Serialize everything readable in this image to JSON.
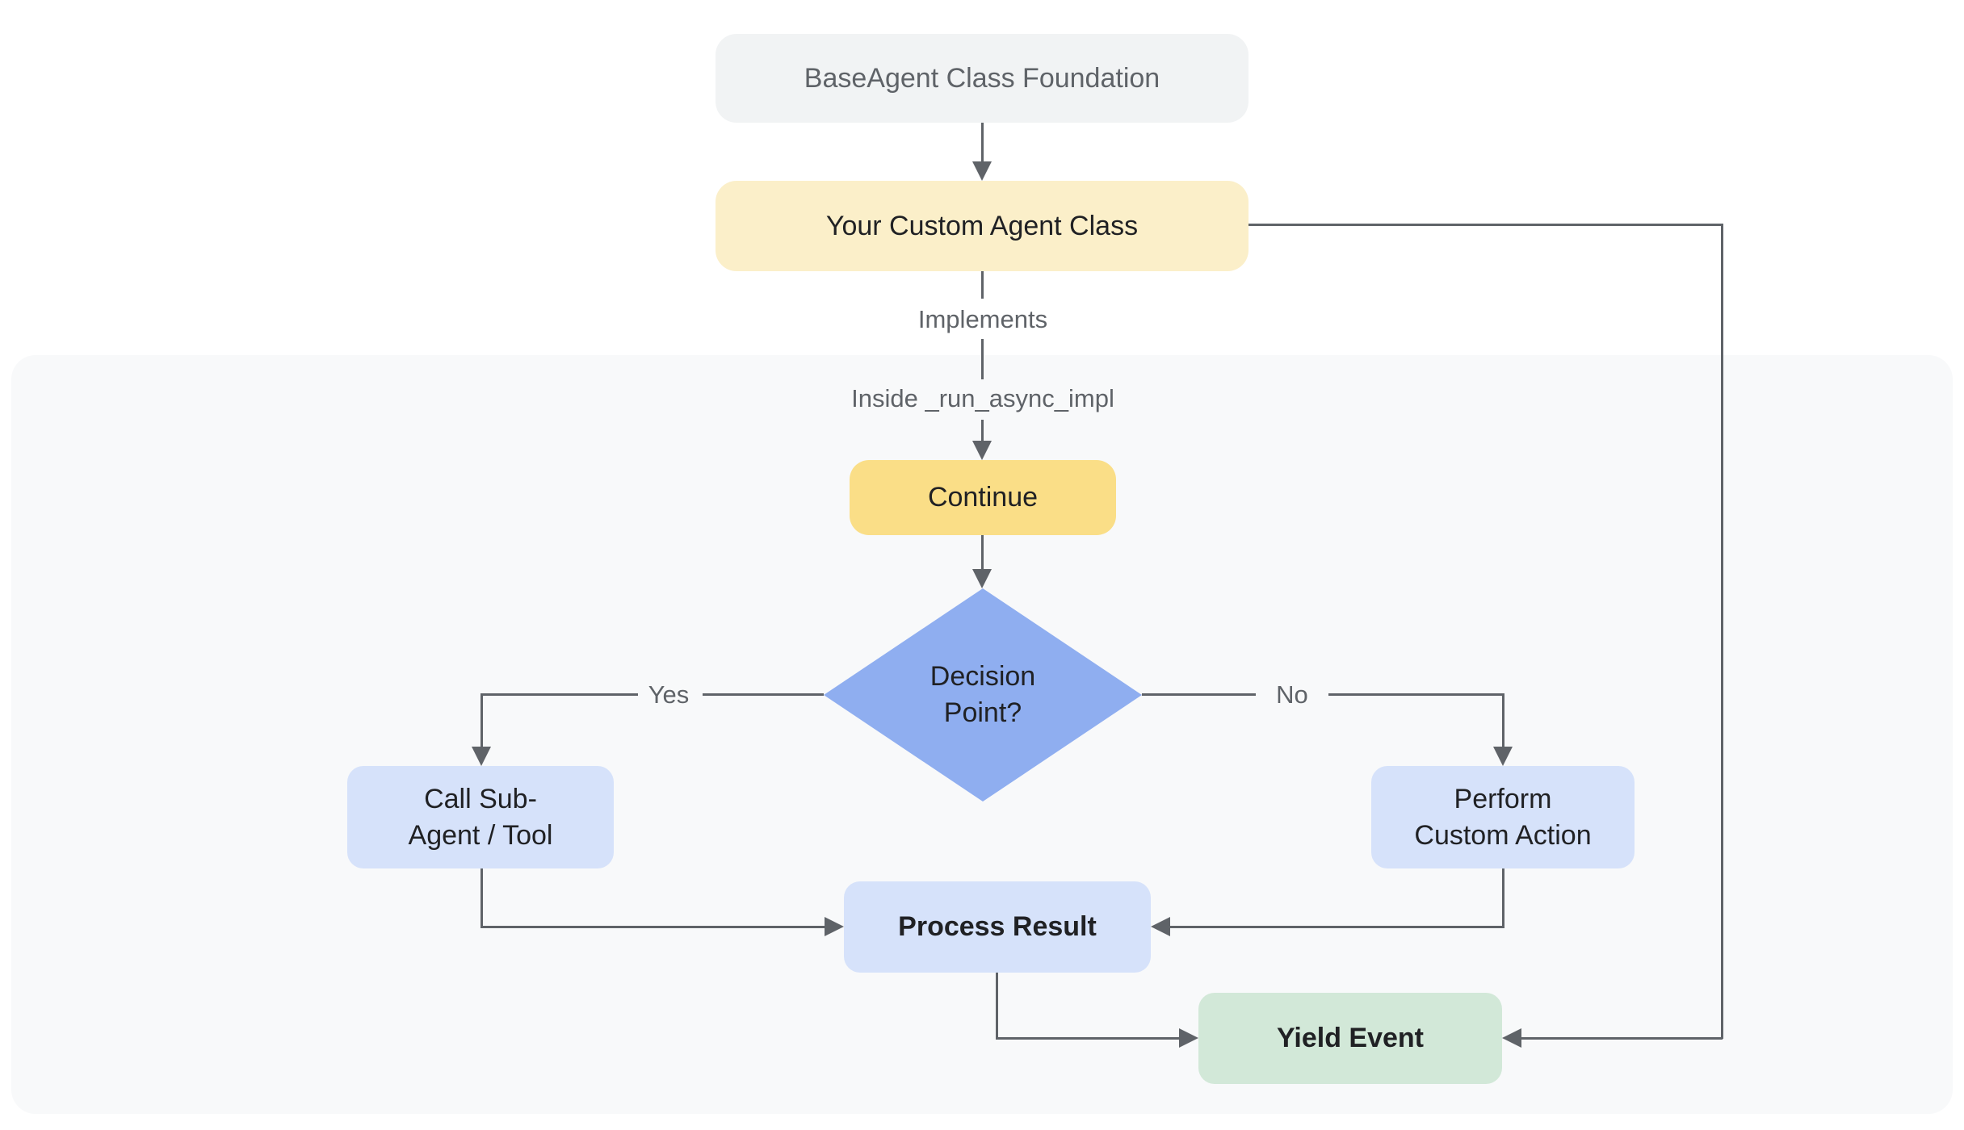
{
  "nodes": {
    "foundation": {
      "label": "BaseAgent Class Foundation"
    },
    "custom_agent": {
      "label": "Your Custom Agent Class"
    },
    "continue_step": {
      "label": "Continue"
    },
    "decision": {
      "label": "Decision\nPoint?"
    },
    "call_sub_agent": {
      "label": "Call Sub-\nAgent / Tool"
    },
    "perform_custom": {
      "label": "Perform\nCustom Action"
    },
    "process_result": {
      "label": "Process Result"
    },
    "yield_event": {
      "label": "Yield Event"
    }
  },
  "edge_labels": {
    "implements": "Implements",
    "inside_impl": "Inside _run_async_impl",
    "yes": "Yes",
    "no": "No"
  },
  "colors": {
    "foundation_bg": "#F1F3F4",
    "custom_agent_bg": "#FBEFC9",
    "continue_bg": "#FADE87",
    "decision_bg": "#8FAEF0",
    "action_box_bg": "#D6E2FA",
    "yield_bg": "#D2E8D8",
    "panel_bg": "#F8F9FA",
    "connector": "#5F6368",
    "text_dark": "#202124",
    "text_muted": "#5F6368"
  }
}
